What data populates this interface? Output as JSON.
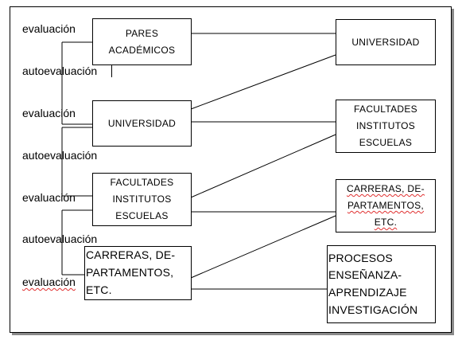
{
  "labels": {
    "l1": "evaluación",
    "l2": "autoevaluación",
    "l3": "evaluación",
    "l4": "autoevaluación",
    "l5": "evaluación",
    "l6": "autoevaluación",
    "l7": "evaluación"
  },
  "left_boxes": {
    "pares": "PARES\nACADÉMICOS",
    "universidad": "UNIVERSIDAD",
    "facultades": "FACULTADES\nINSTITUTOS\nESCUELAS",
    "carreras": "CARRERAS, DE-\nPARTAMENTOS,\nETC."
  },
  "right_boxes": {
    "universidad": "UNIVERSIDAD",
    "facultades": "FACULTADES\nINSTITUTOS\nESCUELAS",
    "carreras": "CARRERAS, DE-\nPARTAMENTOS,\nETC.",
    "procesos": "PROCESOS\nENSEÑANZA-\nAPRENDIZAJE\nINVESTIGACIÓN"
  }
}
